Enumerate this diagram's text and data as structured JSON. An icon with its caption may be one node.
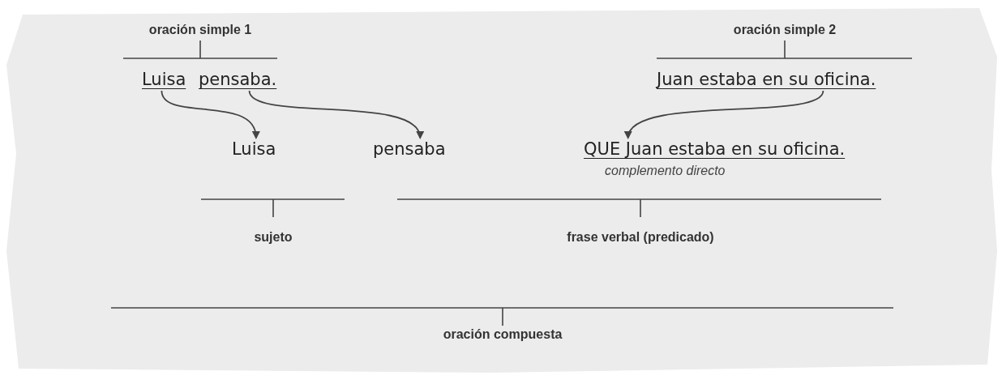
{
  "diagram": {
    "nodes": [
      {
        "text": [
          "Luisa"
        ]
      },
      {
        "text": [
          "pensaba."
        ]
      },
      {
        "text": [
          "Juan estaba en su oficina."
        ]
      },
      {
        "text": [
          "Luisa"
        ]
      },
      {
        "text": [
          "pensaba"
        ]
      },
      {
        "text": [
          "QUE Juan estaba en su oficina."
        ],
        "beside": [
          "complemento directo"
        ]
      }
    ],
    "edges": [
      {
        "from": 0,
        "to": 3,
        "arrow": "to"
      },
      {
        "from": 1,
        "to": 4,
        "arrow": "to"
      },
      {
        "from": 2,
        "to": 5,
        "arrow": "to"
      }
    ],
    "labels": [
      "oración simple 1",
      "oración simple 2",
      "sujeto",
      "frase verbal (predicado)",
      "oración compuesta"
    ]
  }
}
